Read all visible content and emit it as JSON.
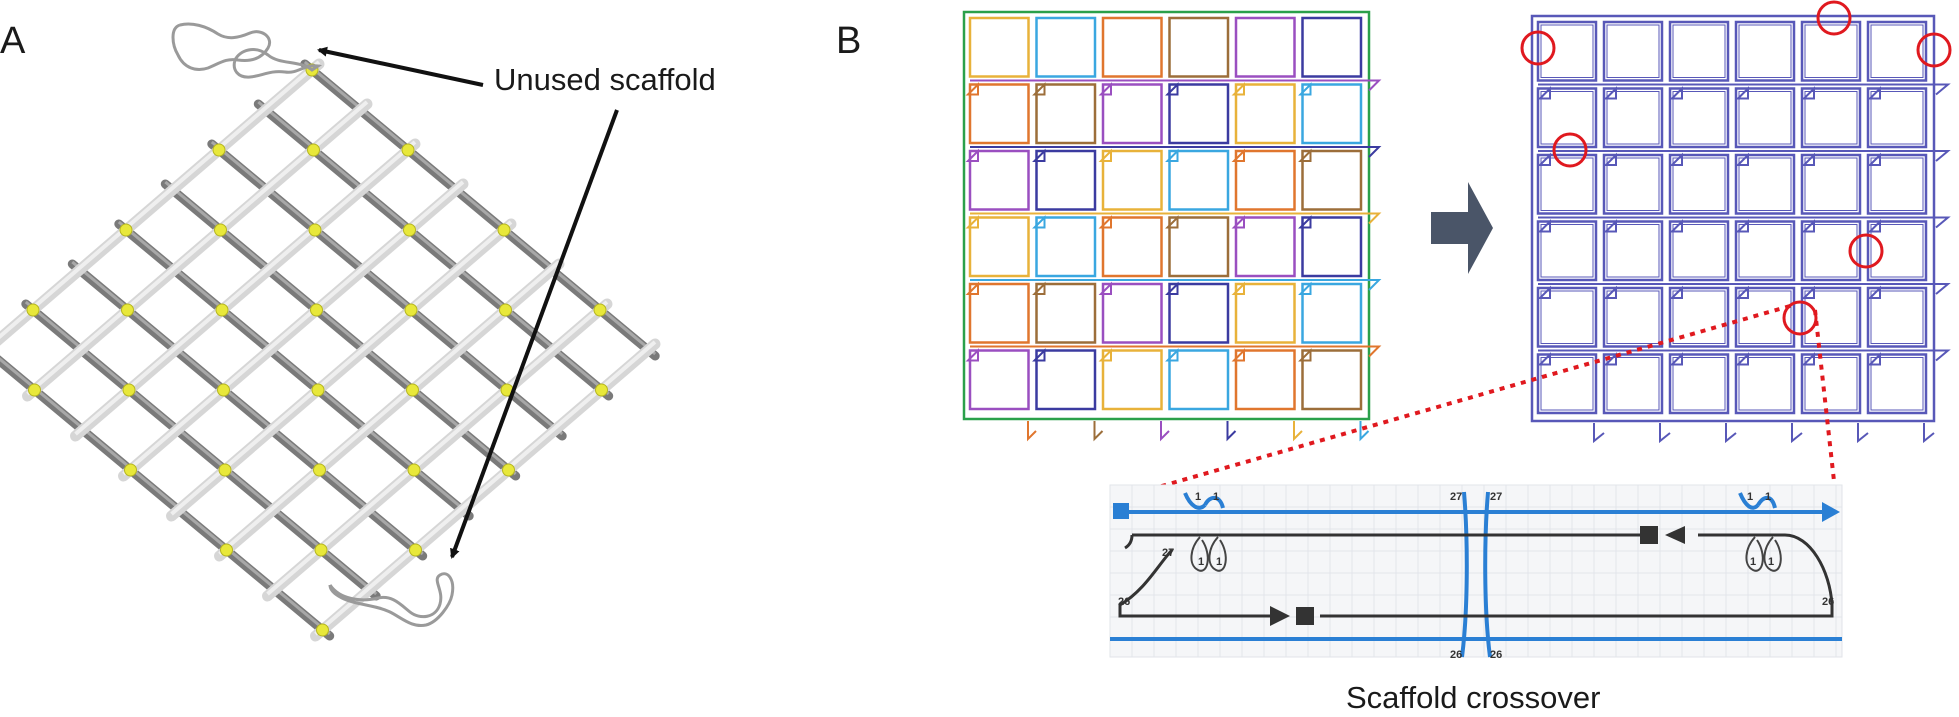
{
  "panels": {
    "a": {
      "label": "A"
    },
    "b": {
      "label": "B"
    }
  },
  "annotations": {
    "unused_scaffold": "Unused scaffold",
    "scaffold_crossover": "Scaffold crossover"
  },
  "colors": {
    "scaffold": "#5858b8",
    "highlight_circle": "#e0191f",
    "arrow": "#4a5568",
    "dotted_line": "#e0191f",
    "staple_palette": [
      "#e8b23a",
      "#3aa7e0",
      "#e0762e",
      "#9c6e3a",
      "#9a4fc0",
      "#3b3ba0",
      "#2aa04a"
    ],
    "helix_blue": "#2a7fd4"
  },
  "detail_numbers": {
    "n27": "27",
    "n26": "26",
    "n1": "1"
  }
}
